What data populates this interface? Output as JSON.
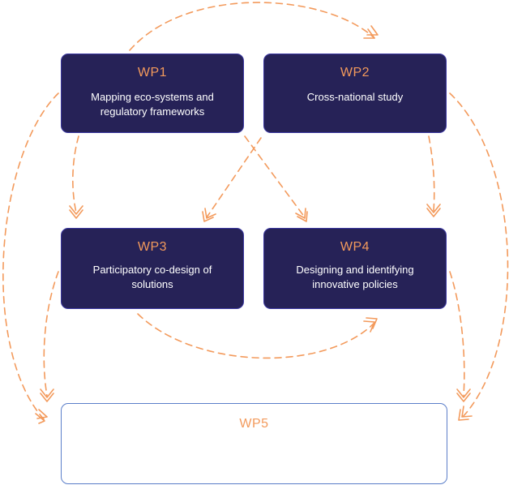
{
  "diagram": {
    "colors": {
      "box_fill": "#262257",
      "title_orange": "#f39a5c",
      "arrow_orange": "#f39a5c",
      "wp5_border": "#5b7ec9"
    },
    "boxes": [
      {
        "id": "wp1",
        "title": "WP1",
        "desc": "Mapping eco-systems and regulatory frameworks"
      },
      {
        "id": "wp2",
        "title": "WP2",
        "desc": "Cross-national study"
      },
      {
        "id": "wp3",
        "title": "WP3",
        "desc": "Participatory co-design of solutions"
      },
      {
        "id": "wp4",
        "title": "WP4",
        "desc": "Designing and identifying innovative policies"
      },
      {
        "id": "wp5",
        "title": "WP5",
        "desc": ""
      }
    ],
    "connections": [
      {
        "from": "WP1",
        "to": "WP2"
      },
      {
        "from": "WP1",
        "to": "WP3"
      },
      {
        "from": "WP1",
        "to": "WP4"
      },
      {
        "from": "WP2",
        "to": "WP3"
      },
      {
        "from": "WP2",
        "to": "WP4"
      },
      {
        "from": "WP3",
        "to": "WP4"
      },
      {
        "from": "WP1",
        "to": "WP5"
      },
      {
        "from": "WP2",
        "to": "WP5"
      },
      {
        "from": "WP3",
        "to": "WP5"
      },
      {
        "from": "WP4",
        "to": "WP5"
      }
    ]
  }
}
